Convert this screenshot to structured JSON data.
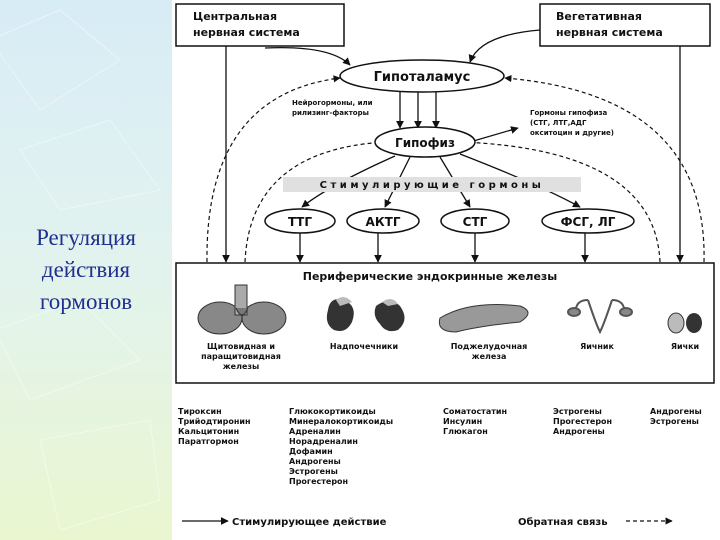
{
  "slide_title": [
    "Регуляция",
    "действия",
    "гормонов"
  ],
  "colors": {
    "panel_top": "#d8ecf6",
    "panel_mid": "#e2f3ee",
    "panel_bottom": "#eaf6d0",
    "title": "#1f2f8f"
  },
  "top_boxes": {
    "cns": [
      "Центральная",
      "нервная система"
    ],
    "ans": [
      "Вегетативная",
      "нервная система"
    ]
  },
  "hypothalamus": "Гипоталамус",
  "neurohormones_note": [
    "Нейрогормоны, или",
    "рилизинг-факторы"
  ],
  "pituitary": "Гипофиз",
  "pituitary_note": [
    "Гормоны гипофиза",
    "(СТГ, ЛТГ,АДГ",
    "окситоцин и другие)"
  ],
  "stimulating_label": "Стимулирующие гормоны",
  "tropic_hormones": [
    "ТТГ",
    "АКТГ",
    "СТГ",
    "ФСГ, ЛГ"
  ],
  "glands_title": "Периферические эндокринные железы",
  "glands": [
    {
      "name": [
        "Щитовидная и",
        "паращитовидная",
        "железы"
      ],
      "icon": "thyroid-icon"
    },
    {
      "name": [
        "Надпочечники"
      ],
      "icon": "adrenal-icon"
    },
    {
      "name": [
        "Поджелудочная",
        "железа"
      ],
      "icon": "pancreas-icon"
    },
    {
      "name": [
        "Яичник"
      ],
      "icon": "ovary-icon"
    },
    {
      "name": [
        "Яички"
      ],
      "icon": "testes-icon"
    }
  ],
  "hormones": [
    [
      "Тироксин",
      "Трийодтиронин",
      "Кальцитонин",
      "Паратгормон"
    ],
    [
      "Глюкокортикоиды",
      "Минералокортикоиды",
      "Адреналин",
      "Норадреналин",
      "Дофамин",
      "Андрогены",
      "Эстрогены",
      "Прогестерон"
    ],
    [
      "Соматостатин",
      "Инсулин",
      "Глюкагон"
    ],
    [
      "Эстрогены",
      "Прогестерон",
      "Андрогены"
    ],
    [
      "Андрогены",
      "Эстрогены"
    ]
  ],
  "legend": {
    "stimulating": "Стимулирующее действие",
    "feedback": "Обратная связь"
  }
}
